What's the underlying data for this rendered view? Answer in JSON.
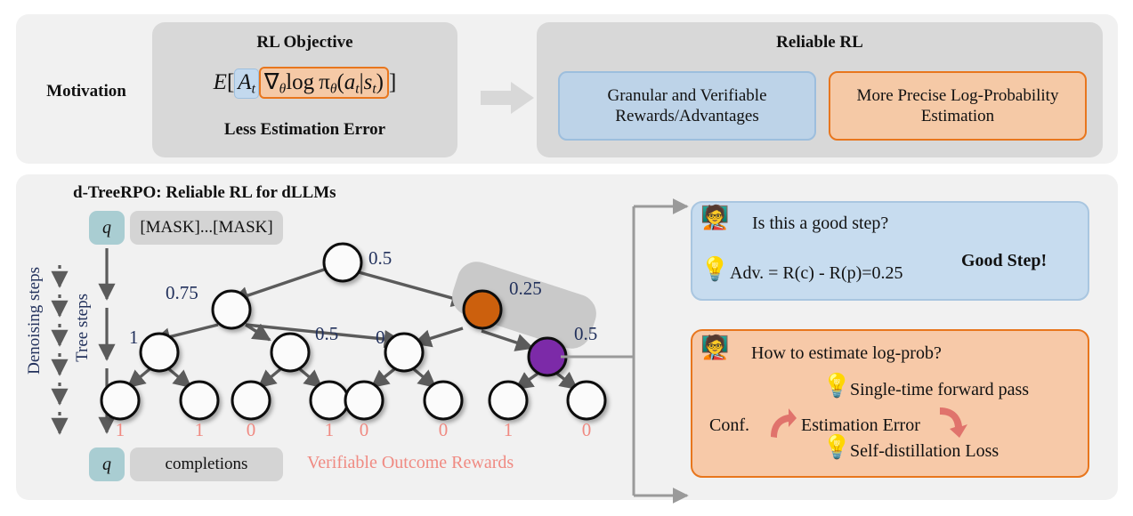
{
  "motivation": {
    "label": "Motivation",
    "rl_objective_title": "RL Objective",
    "less_error_label": "Less Estimation Error",
    "formula": {
      "E": "E",
      "bracket_open": "[",
      "advantage": "A",
      "advantage_sub": "t",
      "grad": "∇",
      "grad_sub": "θ",
      "log": "log",
      "pi": "π",
      "pi_sub": "θ",
      "paren_open": "(",
      "a": "a",
      "a_sub": "t",
      "bar": "|",
      "s": "s",
      "s_sub": "t",
      "paren_close": ")",
      "bracket_close": "]"
    },
    "arrow_icon": "right-block-arrow"
  },
  "reliable_rl": {
    "title": "Reliable RL",
    "granular_box": "Granular and Verifiable Rewards/Advantages",
    "logprob_box": "More Precise Log-Probability Estimation"
  },
  "diagram": {
    "title": "d-TreeRPO: Reliable RL for dLLMs",
    "q_badge": "q",
    "mask_text": "[MASK]...[MASK]",
    "completions_text": "completions",
    "rewards_label": "Verifiable Outcome Rewards",
    "denoising_label": "Denoising steps",
    "tree_steps_label": "Tree steps"
  },
  "tree": {
    "node_values": {
      "root": "0.5",
      "level1_left": "0.75",
      "level1_right": "0.25",
      "level2_a": "1",
      "level2_b": "0.5",
      "level2_c": "0",
      "level2_d": "0.5"
    },
    "leaf_rewards": [
      "1",
      "1",
      "0",
      "1",
      "0",
      "0",
      "1",
      "0"
    ],
    "colors": {
      "orange_node": "#cc6010",
      "purple_node": "#7b2ca8",
      "value_text": "#22315c",
      "reward_text": "#f08a82",
      "edge": "#5b5b5b",
      "highlight_band": "#c9c9c9"
    }
  },
  "callouts": {
    "blue": {
      "question": "Is this a good step?",
      "verdict": "Good Step!",
      "answer": "Adv. = R(c) - R(p)=0.25",
      "person_icon": "thinking-person-icon",
      "bulb_icon": "lightbulb-check-icon"
    },
    "orange": {
      "question": "How to estimate log-prob?",
      "answer_1": "Single-time forward pass",
      "conf_label": "Conf.",
      "middle_label": "Estimation Error",
      "answer_2": "Self-distillation Loss",
      "person_icon": "thinking-person-icon",
      "bulb_icon": "lightbulb-check-icon",
      "up_arrow_icon": "curved-up-arrow-icon",
      "down_arrow_icon": "curved-down-arrow-icon"
    }
  }
}
